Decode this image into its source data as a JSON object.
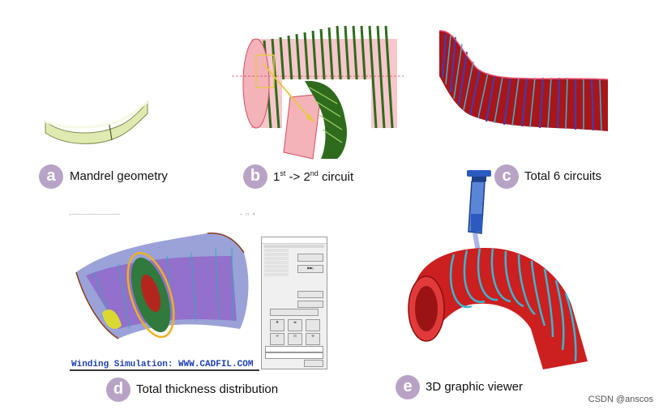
{
  "panels": [
    {
      "badge": "a",
      "caption": "Mandrel geometry"
    },
    {
      "badge": "b",
      "caption_parts": [
        "1",
        "st",
        " -> 2",
        "nd",
        " circuit"
      ]
    },
    {
      "badge": "c",
      "caption": "Total 6 circuits"
    },
    {
      "badge": "d",
      "caption": "Total thickness distribution"
    },
    {
      "badge": "e",
      "caption": "3D graphic viewer"
    }
  ],
  "simulation_banner": "Winding Simulation: WWW.CADFIL.COM",
  "watermark": "CSDN @anscos",
  "colors": {
    "badge": "#b8a3c6",
    "mandrel": "#dfeab0",
    "tow_green": "#2f6b1c",
    "mesh_pink": "#f3a0a8",
    "pipe_red": "#cc1f1f",
    "tow_cyan": "#38b7d4",
    "tool_blue": "#2b5bbf"
  }
}
